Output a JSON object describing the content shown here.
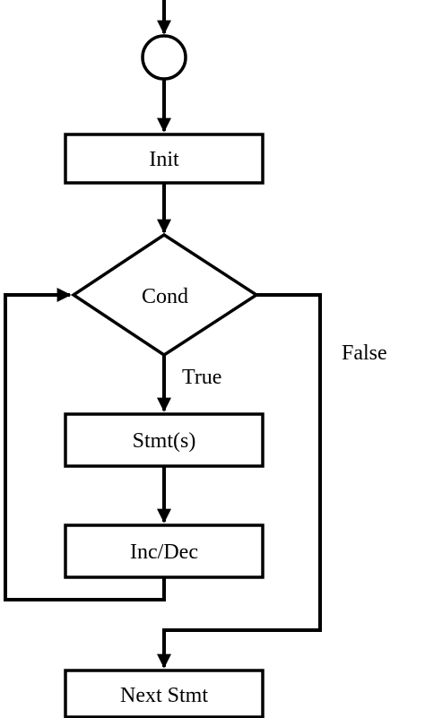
{
  "nodes": {
    "init": "Init",
    "cond": "Cond",
    "stmts": "Stmt(s)",
    "incdec": "Inc/Dec",
    "next": "Next Stmt"
  },
  "edges": {
    "true_label": "True",
    "false_label": "False"
  },
  "colors": {
    "stroke": "#000000",
    "background": "#ffffff"
  }
}
